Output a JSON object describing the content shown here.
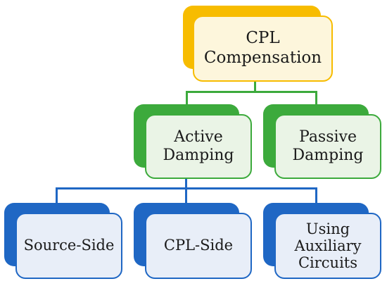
{
  "diagram": {
    "nodes": {
      "root": {
        "label": "CPL\nCompensation"
      },
      "active": {
        "label": "Active\nDamping"
      },
      "passive": {
        "label": "Passive\nDamping"
      },
      "source": {
        "label": "Source-Side"
      },
      "cpl": {
        "label": "CPL-Side"
      },
      "auxiliary": {
        "label": "Using\nAuxiliary\nCircuits"
      }
    },
    "colors": {
      "level1": "#f7bc00",
      "level2": "#3caa3c",
      "level3": "#1f67c4"
    }
  }
}
